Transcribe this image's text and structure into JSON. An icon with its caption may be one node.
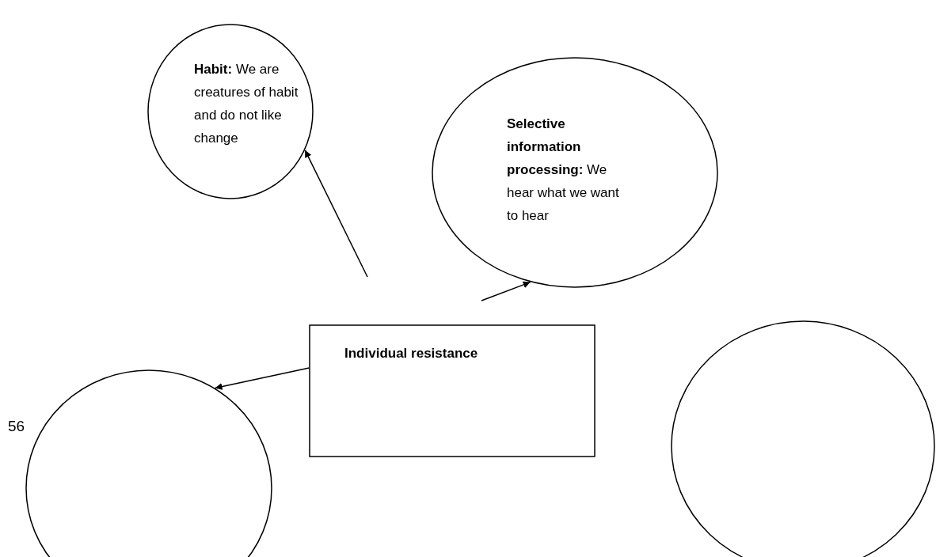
{
  "diagram": {
    "nodes": [
      {
        "text": [
          "**Habit:** We are creatures of habit and do not like change"
        ]
      },
      {
        "text": [
          "**Selective information processing:** We hear what we want to hear"
        ]
      },
      {
        "text": [
          "Individual resistance"
        ]
      },
      {
        "text": [],
        "shape": "circle"
      },
      {
        "text": [],
        "shape": "circle"
      }
    ],
    "edges": [
      {
        "from": null,
        "to": 0,
        "arrow": "to"
      },
      {
        "from": null,
        "to": 1,
        "arrow": "to"
      },
      {
        "from": 2,
        "to": 3,
        "arrow": "to"
      }
    ],
    "labels": [
      "56"
    ]
  }
}
